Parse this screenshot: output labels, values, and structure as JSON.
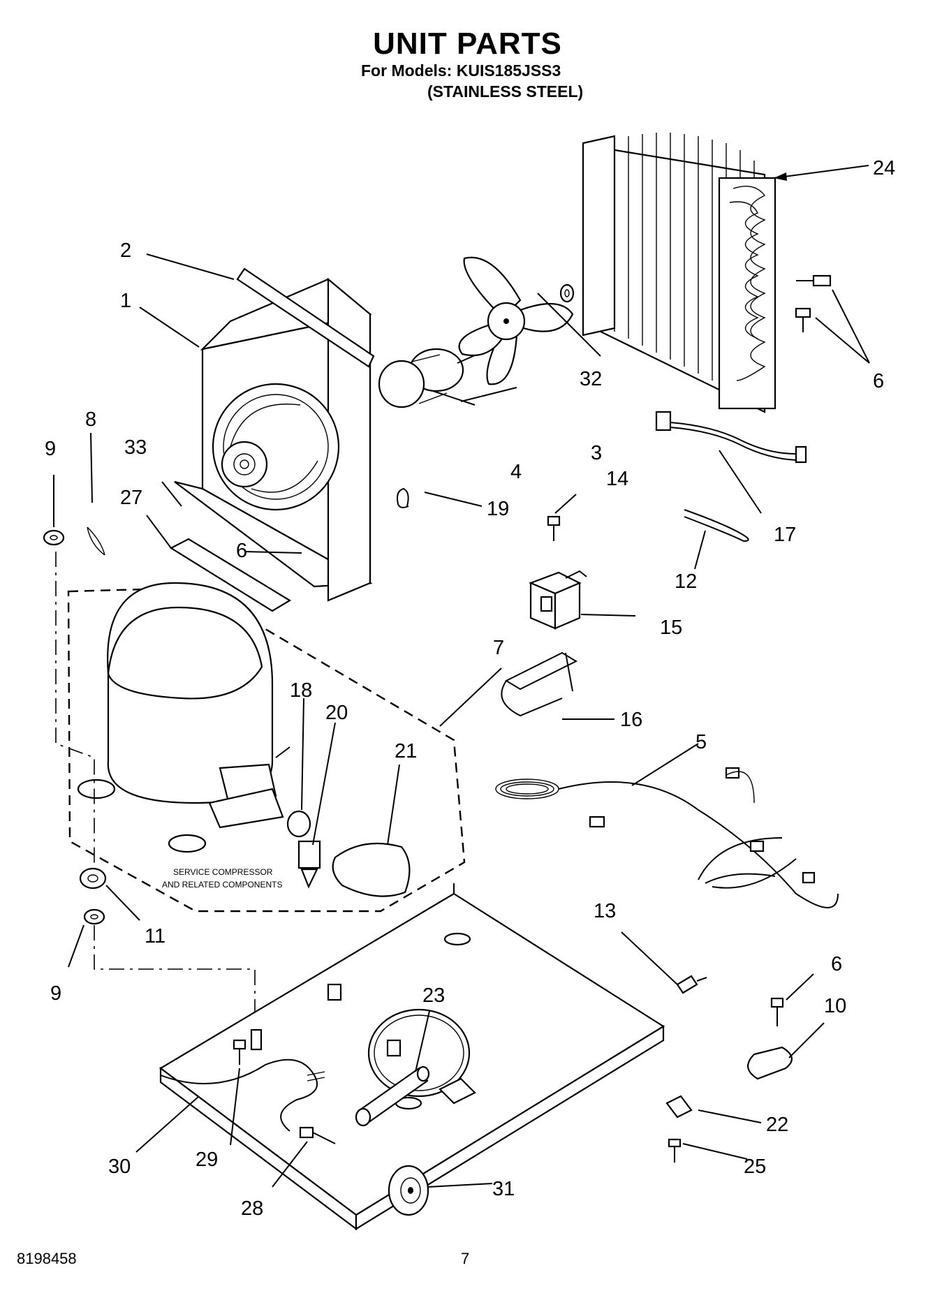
{
  "header": {
    "title": "UNIT PARTS",
    "models_line": "For Models: KUIS185JSS3",
    "finish_line": "(STAINLESS STEEL)"
  },
  "callouts": {
    "c1": "1",
    "c2": "2",
    "c3": "3",
    "c4": "4",
    "c5": "5",
    "c6a": "6",
    "c6b": "6",
    "c6c": "6",
    "c7": "7",
    "c8": "8",
    "c9a": "9",
    "c9b": "9",
    "c10": "10",
    "c11": "11",
    "c12": "12",
    "c13": "13",
    "c14": "14",
    "c15": "15",
    "c16": "16",
    "c17": "17",
    "c18": "18",
    "c19": "19",
    "c20": "20",
    "c21": "21",
    "c22": "22",
    "c23": "23",
    "c24": "24",
    "c25": "25",
    "c27": "27",
    "c28": "28",
    "c29": "29",
    "c30": "30",
    "c31": "31",
    "c32": "32",
    "c33": "33"
  },
  "note": {
    "line1": "SERVICE COMPRESSOR",
    "line2": "AND RELATED COMPONENTS"
  },
  "footer": {
    "doc_number": "8198458",
    "page_number": "7"
  }
}
